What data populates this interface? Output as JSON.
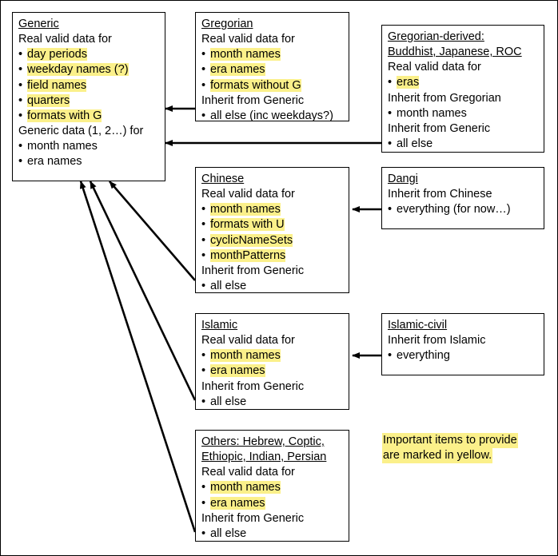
{
  "diagram": {
    "title": "CLDR calendar data inheritance diagram",
    "boxes": {
      "generic": {
        "title": "Generic",
        "lines": [
          {
            "text": "Real valid data for",
            "bullet": false,
            "highlight": false
          },
          {
            "text": "day periods",
            "bullet": true,
            "highlight": true
          },
          {
            "text": "weekday names (?)",
            "bullet": true,
            "highlight": true
          },
          {
            "text": "field names",
            "bullet": true,
            "highlight": true
          },
          {
            "text": "quarters",
            "bullet": true,
            "highlight": true
          },
          {
            "text": "formats with G",
            "bullet": true,
            "highlight": true
          },
          {
            "text": "Generic data (1, 2…) for",
            "bullet": false,
            "highlight": false
          },
          {
            "text": "month names",
            "bullet": true,
            "highlight": false
          },
          {
            "text": "era names",
            "bullet": true,
            "highlight": false
          }
        ]
      },
      "gregorian": {
        "title": "Gregorian",
        "lines": [
          {
            "text": "Real valid data for",
            "bullet": false,
            "highlight": false
          },
          {
            "text": "month names",
            "bullet": true,
            "highlight": true
          },
          {
            "text": "era names",
            "bullet": true,
            "highlight": true
          },
          {
            "text": "formats without G",
            "bullet": true,
            "highlight": true
          },
          {
            "text": "Inherit from Generic",
            "bullet": false,
            "highlight": false
          },
          {
            "text": "all else (inc weekdays?)",
            "bullet": true,
            "highlight": false
          }
        ]
      },
      "gregorian_derived": {
        "title_line1": "Gregorian-derived:",
        "title_line2": "Buddhist, Japanese, ROC",
        "lines": [
          {
            "text": "Real valid data for",
            "bullet": false,
            "highlight": false
          },
          {
            "text": "eras",
            "bullet": true,
            "highlight": true
          },
          {
            "text": "Inherit from Gregorian",
            "bullet": false,
            "highlight": false
          },
          {
            "text": "month names",
            "bullet": true,
            "highlight": false
          },
          {
            "text": "Inherit from Generic",
            "bullet": false,
            "highlight": false
          },
          {
            "text": "all else",
            "bullet": true,
            "highlight": false
          }
        ]
      },
      "chinese": {
        "title": "Chinese",
        "lines": [
          {
            "text": "Real valid data for",
            "bullet": false,
            "highlight": false
          },
          {
            "text": "month names",
            "bullet": true,
            "highlight": true
          },
          {
            "text": "formats with U",
            "bullet": true,
            "highlight": true
          },
          {
            "text": "cyclicNameSets",
            "bullet": true,
            "highlight": true
          },
          {
            "text": "monthPatterns",
            "bullet": true,
            "highlight": true
          },
          {
            "text": "Inherit from Generic",
            "bullet": false,
            "highlight": false
          },
          {
            "text": "all else",
            "bullet": true,
            "highlight": false
          }
        ]
      },
      "dangi": {
        "title": "Dangi",
        "lines": [
          {
            "text": "Inherit from Chinese",
            "bullet": false,
            "highlight": false
          },
          {
            "text": "everything (for now…)",
            "bullet": true,
            "highlight": false
          }
        ]
      },
      "islamic": {
        "title": "Islamic",
        "lines": [
          {
            "text": "Real valid data for",
            "bullet": false,
            "highlight": false
          },
          {
            "text": "month names",
            "bullet": true,
            "highlight": true
          },
          {
            "text": "era names",
            "bullet": true,
            "highlight": true
          },
          {
            "text": "Inherit from Generic",
            "bullet": false,
            "highlight": false
          },
          {
            "text": "all else",
            "bullet": true,
            "highlight": false
          }
        ]
      },
      "islamic_civil": {
        "title": "Islamic-civil",
        "lines": [
          {
            "text": "Inherit from Islamic",
            "bullet": false,
            "highlight": false
          },
          {
            "text": "everything",
            "bullet": true,
            "highlight": false
          }
        ]
      },
      "others": {
        "title_line1": "Others: Hebrew, Coptic,",
        "title_line2": "Ethiopic, Indian, Persian",
        "lines": [
          {
            "text": "Real valid data for",
            "bullet": false,
            "highlight": false
          },
          {
            "text": "month names",
            "bullet": true,
            "highlight": true
          },
          {
            "text": "era names",
            "bullet": true,
            "highlight": true
          },
          {
            "text": "Inherit from Generic",
            "bullet": false,
            "highlight": false
          },
          {
            "text": "all else",
            "bullet": true,
            "highlight": false
          }
        ]
      }
    },
    "legend": {
      "line1": "Important items to provide",
      "line2": "are marked in yellow."
    },
    "bullet_glyph": "•",
    "colors": {
      "highlight": "#fbf08a",
      "border": "#000000",
      "background": "#ffffff",
      "text": "#000000"
    }
  }
}
